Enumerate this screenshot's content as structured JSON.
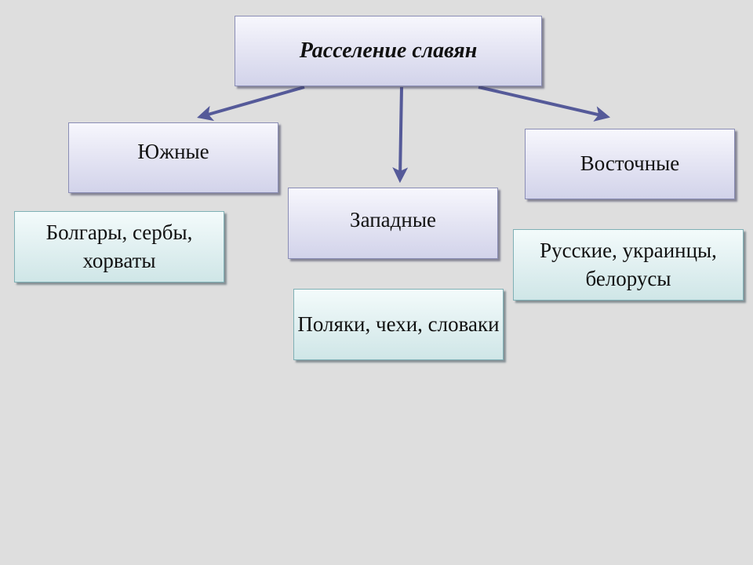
{
  "root": {
    "label": "Расселение славян"
  },
  "branches": {
    "south": {
      "label": "Южные",
      "peoples": "Болгары, сербы, хорваты"
    },
    "west": {
      "label": "Западные",
      "peoples": "Поляки, чехи, словаки"
    },
    "east": {
      "label": "Восточные",
      "peoples": "Русские, украинцы, белорусы"
    }
  },
  "colors": {
    "arrow": "#555a99",
    "category_box": "#e1e2f2",
    "peoples_box": "#e0f0f1",
    "background": "#dedede"
  }
}
